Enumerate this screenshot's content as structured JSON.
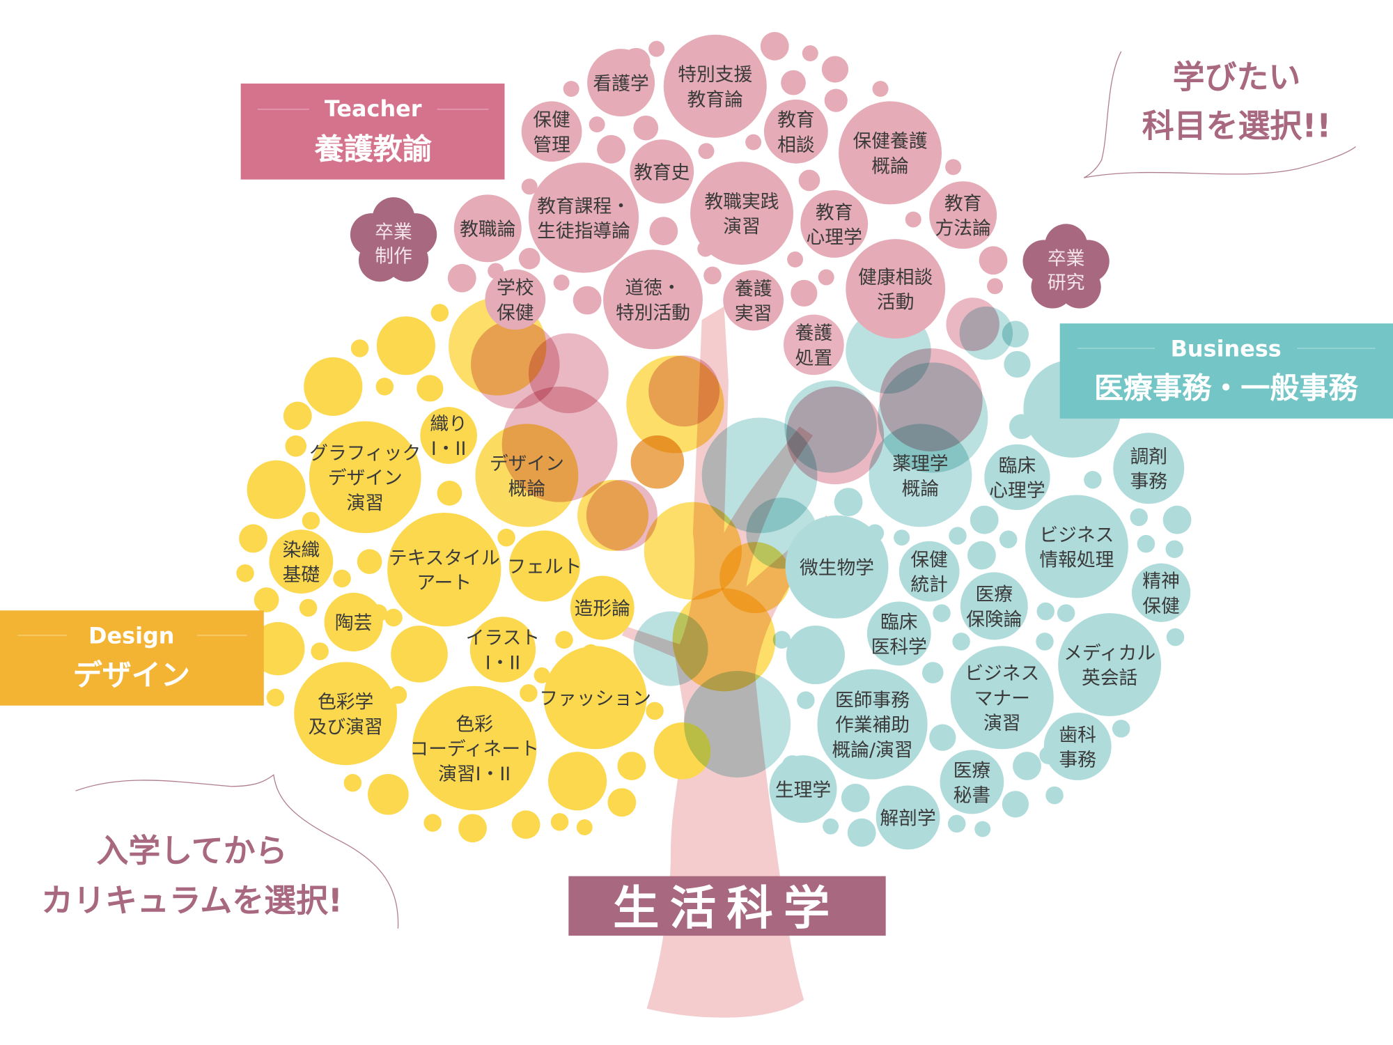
{
  "colors": {
    "pink": "#e5abb7",
    "teal": "#afdbdb",
    "yellow": "#fcd84f",
    "trunk": "#f4cccd",
    "plum": "#a8687f",
    "teacher_box": "#d5738c",
    "business_box": "#73c5c6",
    "design_box": "#f4b433"
  },
  "categories": {
    "teacher": {
      "en": "Teacher",
      "ja": "養護教諭"
    },
    "business": {
      "en": "Business",
      "ja": "医療事務・一般事務"
    },
    "design": {
      "en": "Design",
      "ja": "デザイン"
    }
  },
  "trunk_label": "生活科学",
  "callouts": {
    "top_right": [
      "学びたい",
      "科目を選択!!"
    ],
    "bottom_left": [
      "入学してから",
      "カリキュラムを選択!"
    ]
  },
  "flowers": [
    {
      "lines": [
        "卒業",
        "制作"
      ]
    },
    {
      "lines": [
        "卒業",
        "研究"
      ]
    }
  ],
  "pink_subjects": [
    {
      "lines": [
        "看護学"
      ]
    },
    {
      "lines": [
        "特別支援",
        "教育論"
      ]
    },
    {
      "lines": [
        "保健",
        "管理"
      ]
    },
    {
      "lines": [
        "教育",
        "相談"
      ]
    },
    {
      "lines": [
        "保健養護",
        "概論"
      ]
    },
    {
      "lines": [
        "教育史"
      ]
    },
    {
      "lines": [
        "教職論"
      ]
    },
    {
      "lines": [
        "教育課程・",
        "生徒指導論"
      ]
    },
    {
      "lines": [
        "教職実践",
        "演習"
      ]
    },
    {
      "lines": [
        "教育",
        "心理学"
      ]
    },
    {
      "lines": [
        "教育",
        "方法論"
      ]
    },
    {
      "lines": [
        "学校",
        "保健"
      ]
    },
    {
      "lines": [
        "道徳・",
        "特別活動"
      ]
    },
    {
      "lines": [
        "養護",
        "実習"
      ]
    },
    {
      "lines": [
        "健康相談",
        "活動"
      ]
    },
    {
      "lines": [
        "養護",
        "処置"
      ]
    }
  ],
  "teal_subjects": [
    {
      "lines": [
        "薬理学",
        "概論"
      ]
    },
    {
      "lines": [
        "臨床",
        "心理学"
      ]
    },
    {
      "lines": [
        "調剤",
        "事務"
      ]
    },
    {
      "lines": [
        "ビジネス",
        "情報処理"
      ]
    },
    {
      "lines": [
        "微生物学"
      ]
    },
    {
      "lines": [
        "保健",
        "統計"
      ]
    },
    {
      "lines": [
        "医療",
        "保険論"
      ]
    },
    {
      "lines": [
        "精神",
        "保健"
      ]
    },
    {
      "lines": [
        "臨床",
        "医科学"
      ]
    },
    {
      "lines": [
        "メディカル",
        "英会話"
      ]
    },
    {
      "lines": [
        "医師事務",
        "作業補助",
        "概論/演習"
      ]
    },
    {
      "lines": [
        "ビジネス",
        "マナー",
        "演習"
      ]
    },
    {
      "lines": [
        "歯科",
        "事務"
      ]
    },
    {
      "lines": [
        "生理学"
      ]
    },
    {
      "lines": [
        "医療",
        "秘書"
      ]
    },
    {
      "lines": [
        "解剖学"
      ]
    }
  ],
  "yellow_subjects": [
    {
      "lines": [
        "織り",
        "I・II"
      ]
    },
    {
      "lines": [
        "グラフィック",
        "デザイン",
        "演習"
      ]
    },
    {
      "lines": [
        "デザイン",
        "概論"
      ]
    },
    {
      "lines": [
        "染織",
        "基礎"
      ]
    },
    {
      "lines": [
        "テキスタイル",
        "アート"
      ]
    },
    {
      "lines": [
        "フェルト"
      ]
    },
    {
      "lines": [
        "陶芸"
      ]
    },
    {
      "lines": [
        "造形論"
      ]
    },
    {
      "lines": [
        "イラスト",
        "I・II"
      ]
    },
    {
      "lines": [
        "ファッション"
      ]
    },
    {
      "lines": [
        "色彩学",
        "及び演習"
      ]
    },
    {
      "lines": [
        "色彩",
        "コーディネート",
        "演習I・II"
      ]
    }
  ]
}
